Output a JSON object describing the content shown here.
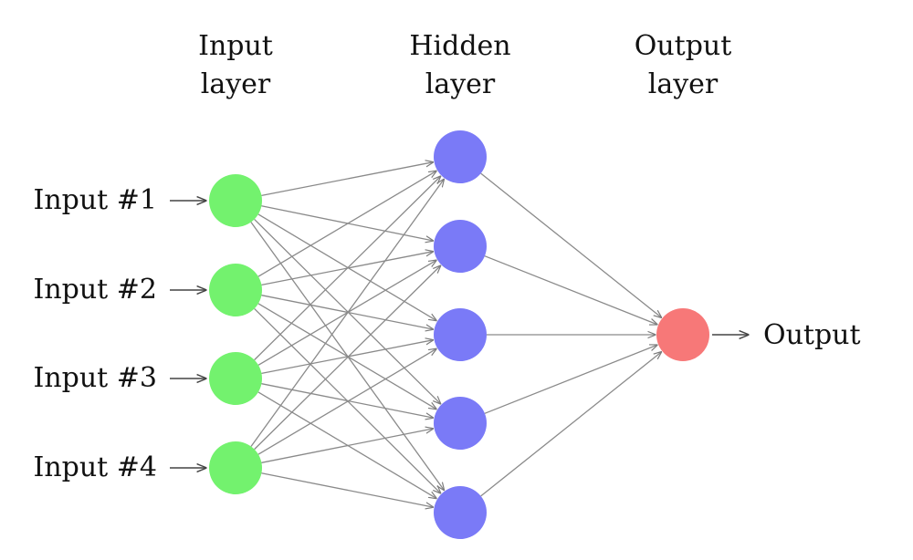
{
  "layers": [
    {
      "title_line1": "Input",
      "title_line2": "layer",
      "color": "#73f26e",
      "nodes": 4,
      "node_labels": [
        "Input #1",
        "Input #2",
        "Input #3",
        "Input #4"
      ]
    },
    {
      "title_line1": "Hidden",
      "title_line2": "layer",
      "color": "#7a7af7",
      "nodes": 5
    },
    {
      "title_line1": "Output",
      "title_line2": "layer",
      "color": "#f77878",
      "nodes": 1,
      "node_labels": [
        "Output"
      ]
    }
  ],
  "connections": "fully-connected",
  "edge_color": "#8a8a8a"
}
